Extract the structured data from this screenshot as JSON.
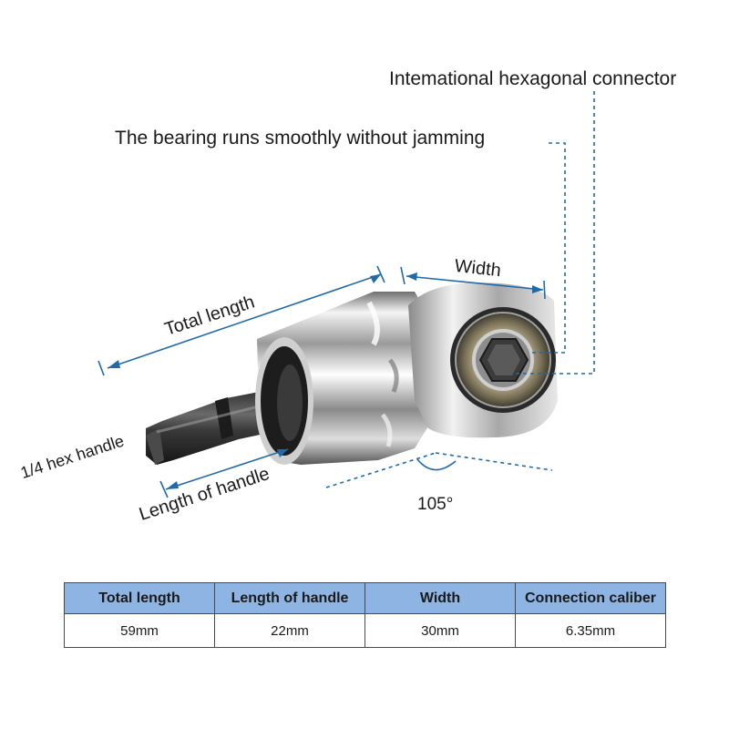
{
  "annotations": {
    "connector": "Intemational hexagonal connector",
    "bearing": "The bearing runs smoothly without jamming",
    "width": "Width",
    "total_length": "Total length",
    "hex_handle": "1/4 hex handle",
    "length_of_handle": "Length of handle",
    "angle": "105°"
  },
  "specs": {
    "header_color": "#8eb4e3",
    "line_color": "#1f6aa8",
    "headers": [
      "Total length",
      "Length of handle",
      "Width",
      "Connection caliber"
    ],
    "values": [
      "59mm",
      "22mm",
      "30mm",
      "6.35mm"
    ]
  },
  "icons": [
    "angle-adapter-product-image"
  ]
}
